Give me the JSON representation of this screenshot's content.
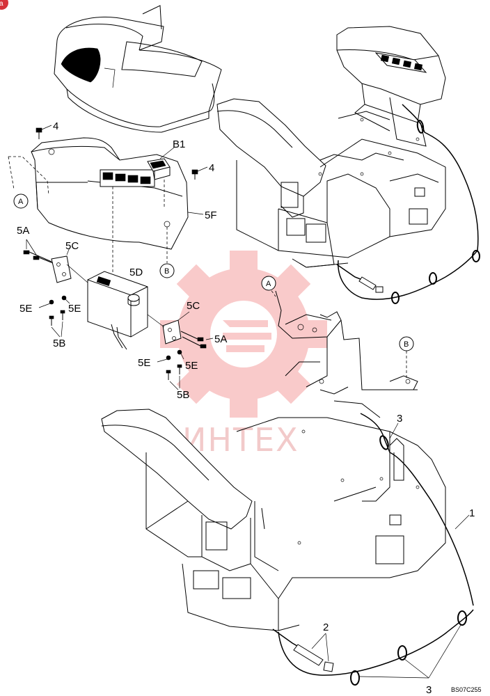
{
  "corner_badge": "a",
  "watermark": "ИНТЕХ",
  "drawing_code": "BS07C255",
  "callouts": {
    "c_4a": "4",
    "c_4b": "4",
    "c_b1": "B1",
    "c_5f": "5F",
    "c_5a_left": "5A",
    "c_5c_left": "5C",
    "c_5d": "5D",
    "c_5e_l1": "5E",
    "c_5e_l2": "5E",
    "c_5b_left": "5B",
    "c_5c_right": "5C",
    "c_5a_right": "5A",
    "c_5e_r1": "5E",
    "c_5e_r2": "5E",
    "c_5b_right": "5B",
    "c_3_upper": "3",
    "c_1": "1",
    "c_2": "2",
    "c_3_lower": "3"
  },
  "refs": {
    "a_left": "A",
    "b_left": "B",
    "a_right": "A",
    "b_right": "B"
  }
}
